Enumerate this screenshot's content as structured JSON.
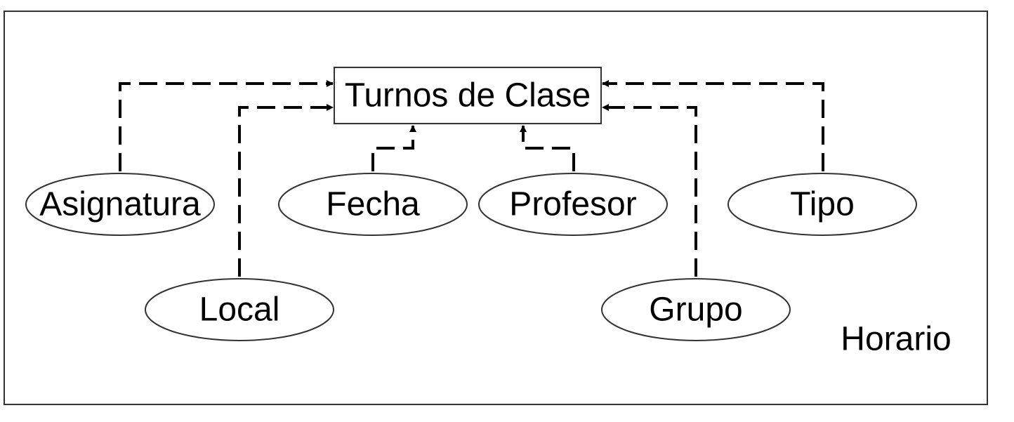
{
  "diagram": {
    "container_label": "Horario",
    "target": {
      "label": "Turnos de Clase"
    },
    "sources": [
      {
        "id": "asignatura",
        "label": "Asignatura"
      },
      {
        "id": "local",
        "label": "Local"
      },
      {
        "id": "fecha",
        "label": "Fecha"
      },
      {
        "id": "profesor",
        "label": "Profesor"
      },
      {
        "id": "tipo",
        "label": "Tipo"
      },
      {
        "id": "grupo",
        "label": "Grupo"
      }
    ],
    "edges": [
      {
        "from": "asignatura",
        "to": "target",
        "style": "dashed"
      },
      {
        "from": "local",
        "to": "target",
        "style": "dashed"
      },
      {
        "from": "fecha",
        "to": "target",
        "style": "dashed"
      },
      {
        "from": "profesor",
        "to": "target",
        "style": "dashed"
      },
      {
        "from": "tipo",
        "to": "target",
        "style": "dashed"
      },
      {
        "from": "grupo",
        "to": "target",
        "style": "dashed"
      }
    ],
    "colors": {
      "stroke": "#000000",
      "box_border": "#333333",
      "background": "#ffffff"
    }
  }
}
